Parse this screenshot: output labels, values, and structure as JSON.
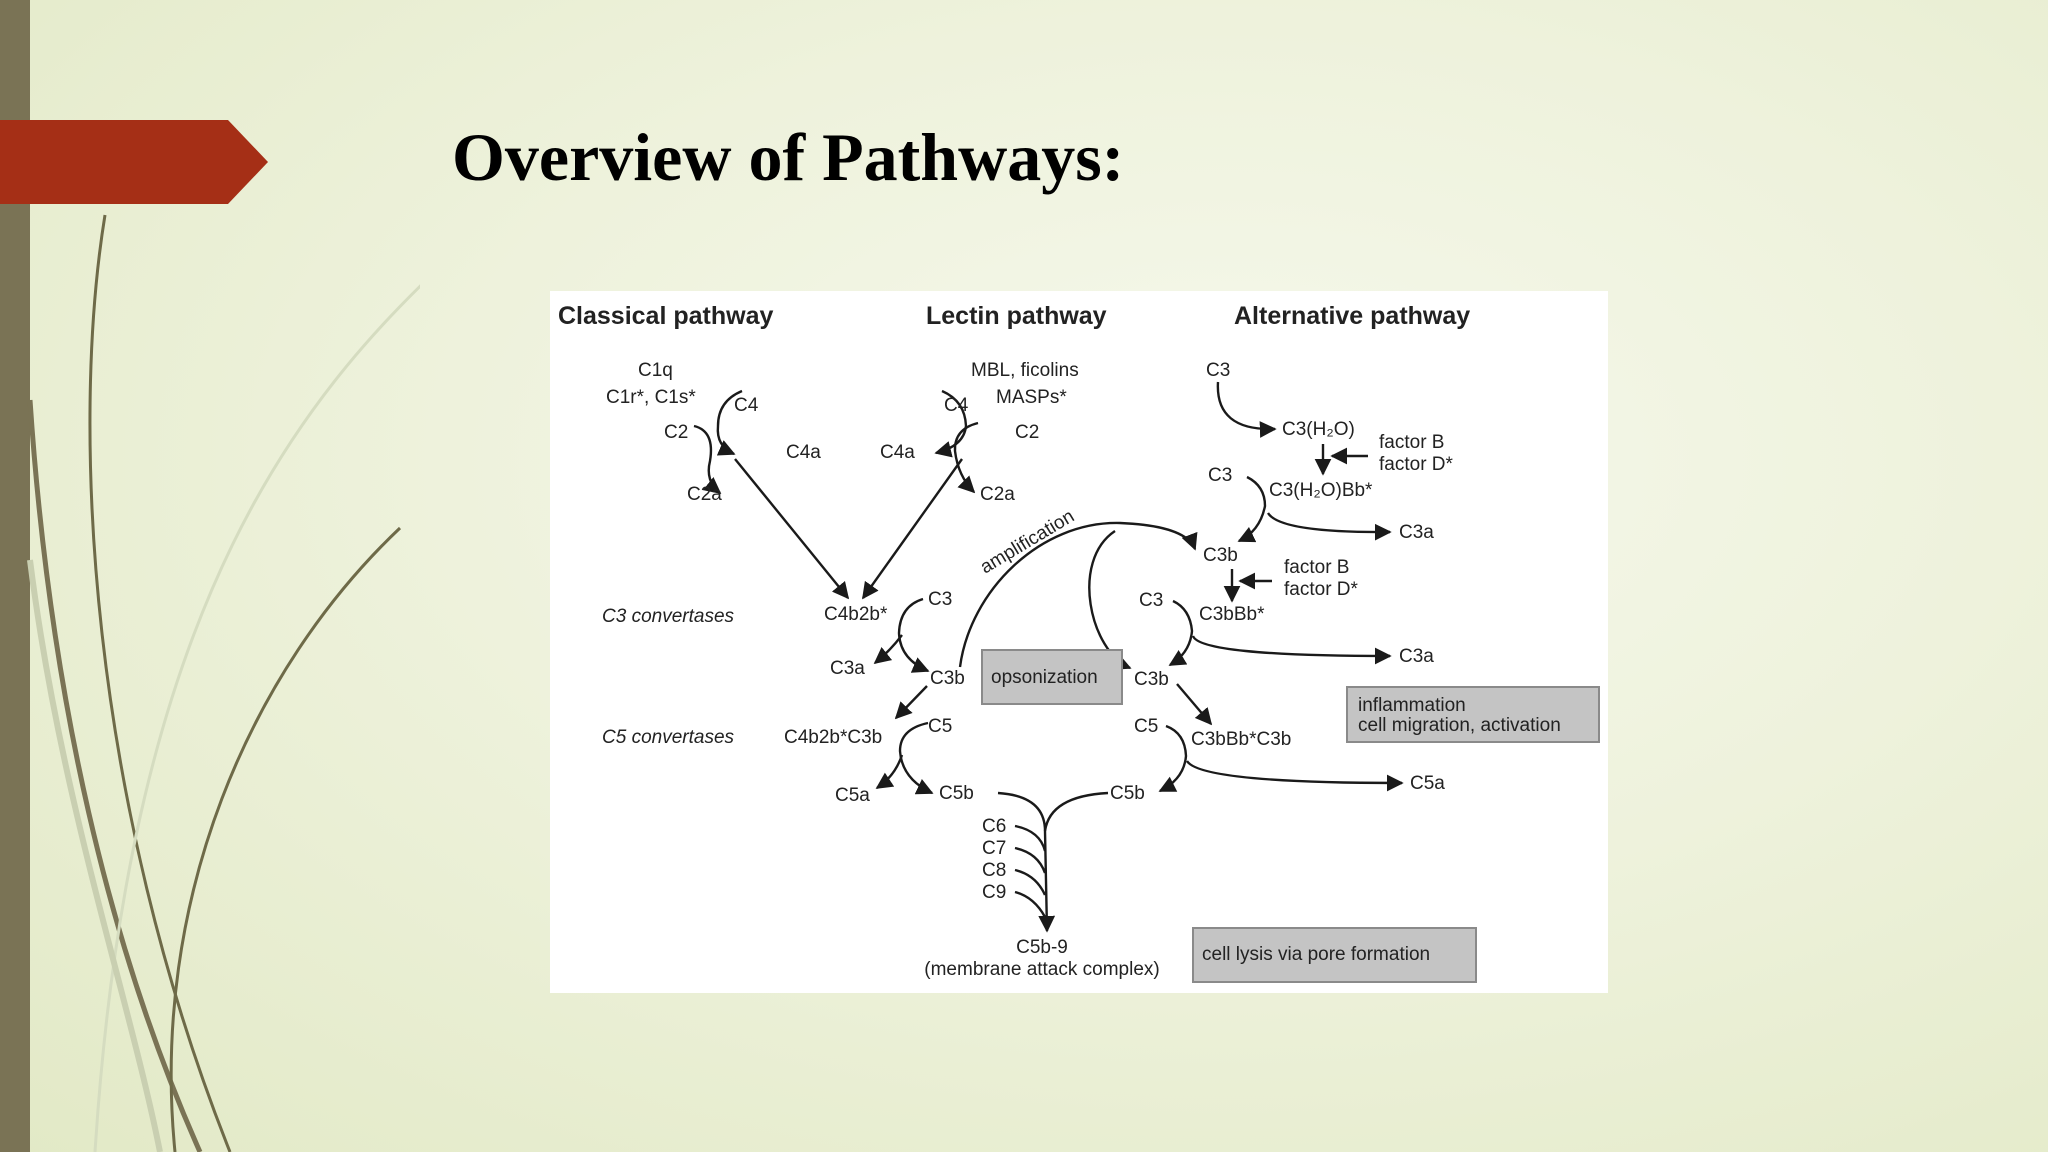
{
  "slide": {
    "title": "Overview of Pathways:",
    "colors": {
      "accent": "#a52f16",
      "side_bar": "#7a7355",
      "background": "#eef2dc"
    }
  },
  "diagram": {
    "headers": {
      "classical": "Classical pathway",
      "lectin": "Lectin pathway",
      "alternative": "Alternative pathway"
    },
    "row_labels": {
      "c3_convertases": "C3 convertases",
      "c5_convertases": "C5 convertases"
    },
    "classical": {
      "c1q": "C1q",
      "c1r_c1s": "C1r*, C1s*",
      "c4": "C4",
      "c2": "C2",
      "c4a": "C4a",
      "c2a": "C2a"
    },
    "lectin": {
      "mbl": "MBL, ficolins",
      "masps": "MASPs*",
      "c4": "C4",
      "c2": "C2",
      "c4a": "C4a",
      "c2a": "C2a"
    },
    "alternative": {
      "c3_top": "C3",
      "c3h2o": "C3(H₂O)",
      "factor_b_1": "factor B",
      "factor_d_1": "factor D*",
      "c3_2": "C3",
      "c3h2obb": "C3(H₂O)Bb*",
      "c3a_1": "C3a",
      "c3b_1": "C3b",
      "factor_b_2": "factor B",
      "factor_d_2": "factor D*",
      "c3_3": "C3",
      "c3bbb": "C3bBb*",
      "c3a_2": "C3a",
      "c3b_2": "C3b",
      "c5": "C5",
      "c3bbbc3b": "C3bBb*C3b",
      "c5a": "C5a",
      "c5b": "C5b"
    },
    "convertase": {
      "c4b2b": "C4b2b*",
      "c3": "C3",
      "c3a": "C3a",
      "c3b": "C3b",
      "c4b2bc3b": "C4b2b*C3b",
      "c5": "C5",
      "c5a": "C5a",
      "c5b": "C5b"
    },
    "amplification": "amplification",
    "terminal": {
      "c6": "C6",
      "c7": "C7",
      "c8": "C8",
      "c9": "C9",
      "c5b9": "C5b-9",
      "mac": "(membrane attack complex)"
    },
    "boxes": {
      "opsonization": "opsonization",
      "inflammation_1": "inflammation",
      "inflammation_2": "cell migration, activation",
      "lysis": "cell lysis via pore formation"
    }
  }
}
